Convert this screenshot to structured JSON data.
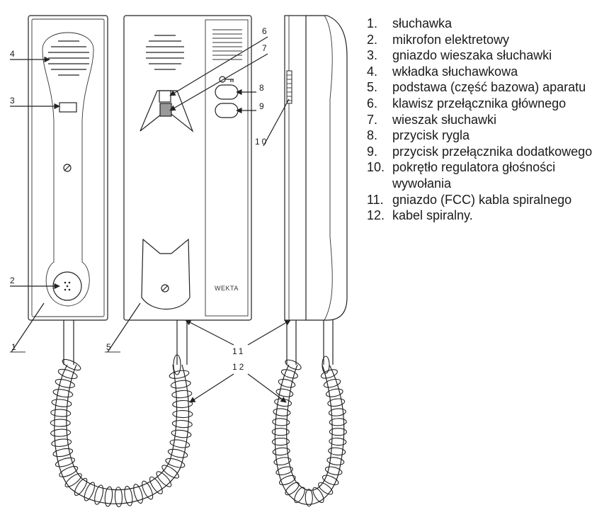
{
  "callouts": {
    "c1": "1",
    "c2": "2",
    "c3": "3",
    "c4": "4",
    "c5": "5",
    "c6": "6",
    "c7": "7",
    "c8": "8",
    "c9": "9",
    "c10": "10",
    "c11": "11",
    "c12": "12"
  },
  "brand": "WEKTA",
  "legend": [
    {
      "num": "1.",
      "text": "słuchawka"
    },
    {
      "num": "2.",
      "text": "mikrofon elektretowy"
    },
    {
      "num": "3.",
      "text": "gniazdo wieszaka słuchawki"
    },
    {
      "num": "4.",
      "text": "wkładka słuchawkowa"
    },
    {
      "num": "5.",
      "text": "podstawa (część bazowa) aparatu"
    },
    {
      "num": "6.",
      "text": "klawisz przełącznika głównego"
    },
    {
      "num": "7.",
      "text": "wieszak słuchawki"
    },
    {
      "num": "8.",
      "text": "przycisk rygla"
    },
    {
      "num": "9.",
      "text": "przycisk przełącznika dodatkowego"
    },
    {
      "num": "10.",
      "text": "pokrętło regulatora głośności wywołania"
    },
    {
      "num": "11.",
      "text": "gniazdo (FCC) kabla spiralnego"
    },
    {
      "num": "12.",
      "text": "kabel spiralny."
    }
  ]
}
